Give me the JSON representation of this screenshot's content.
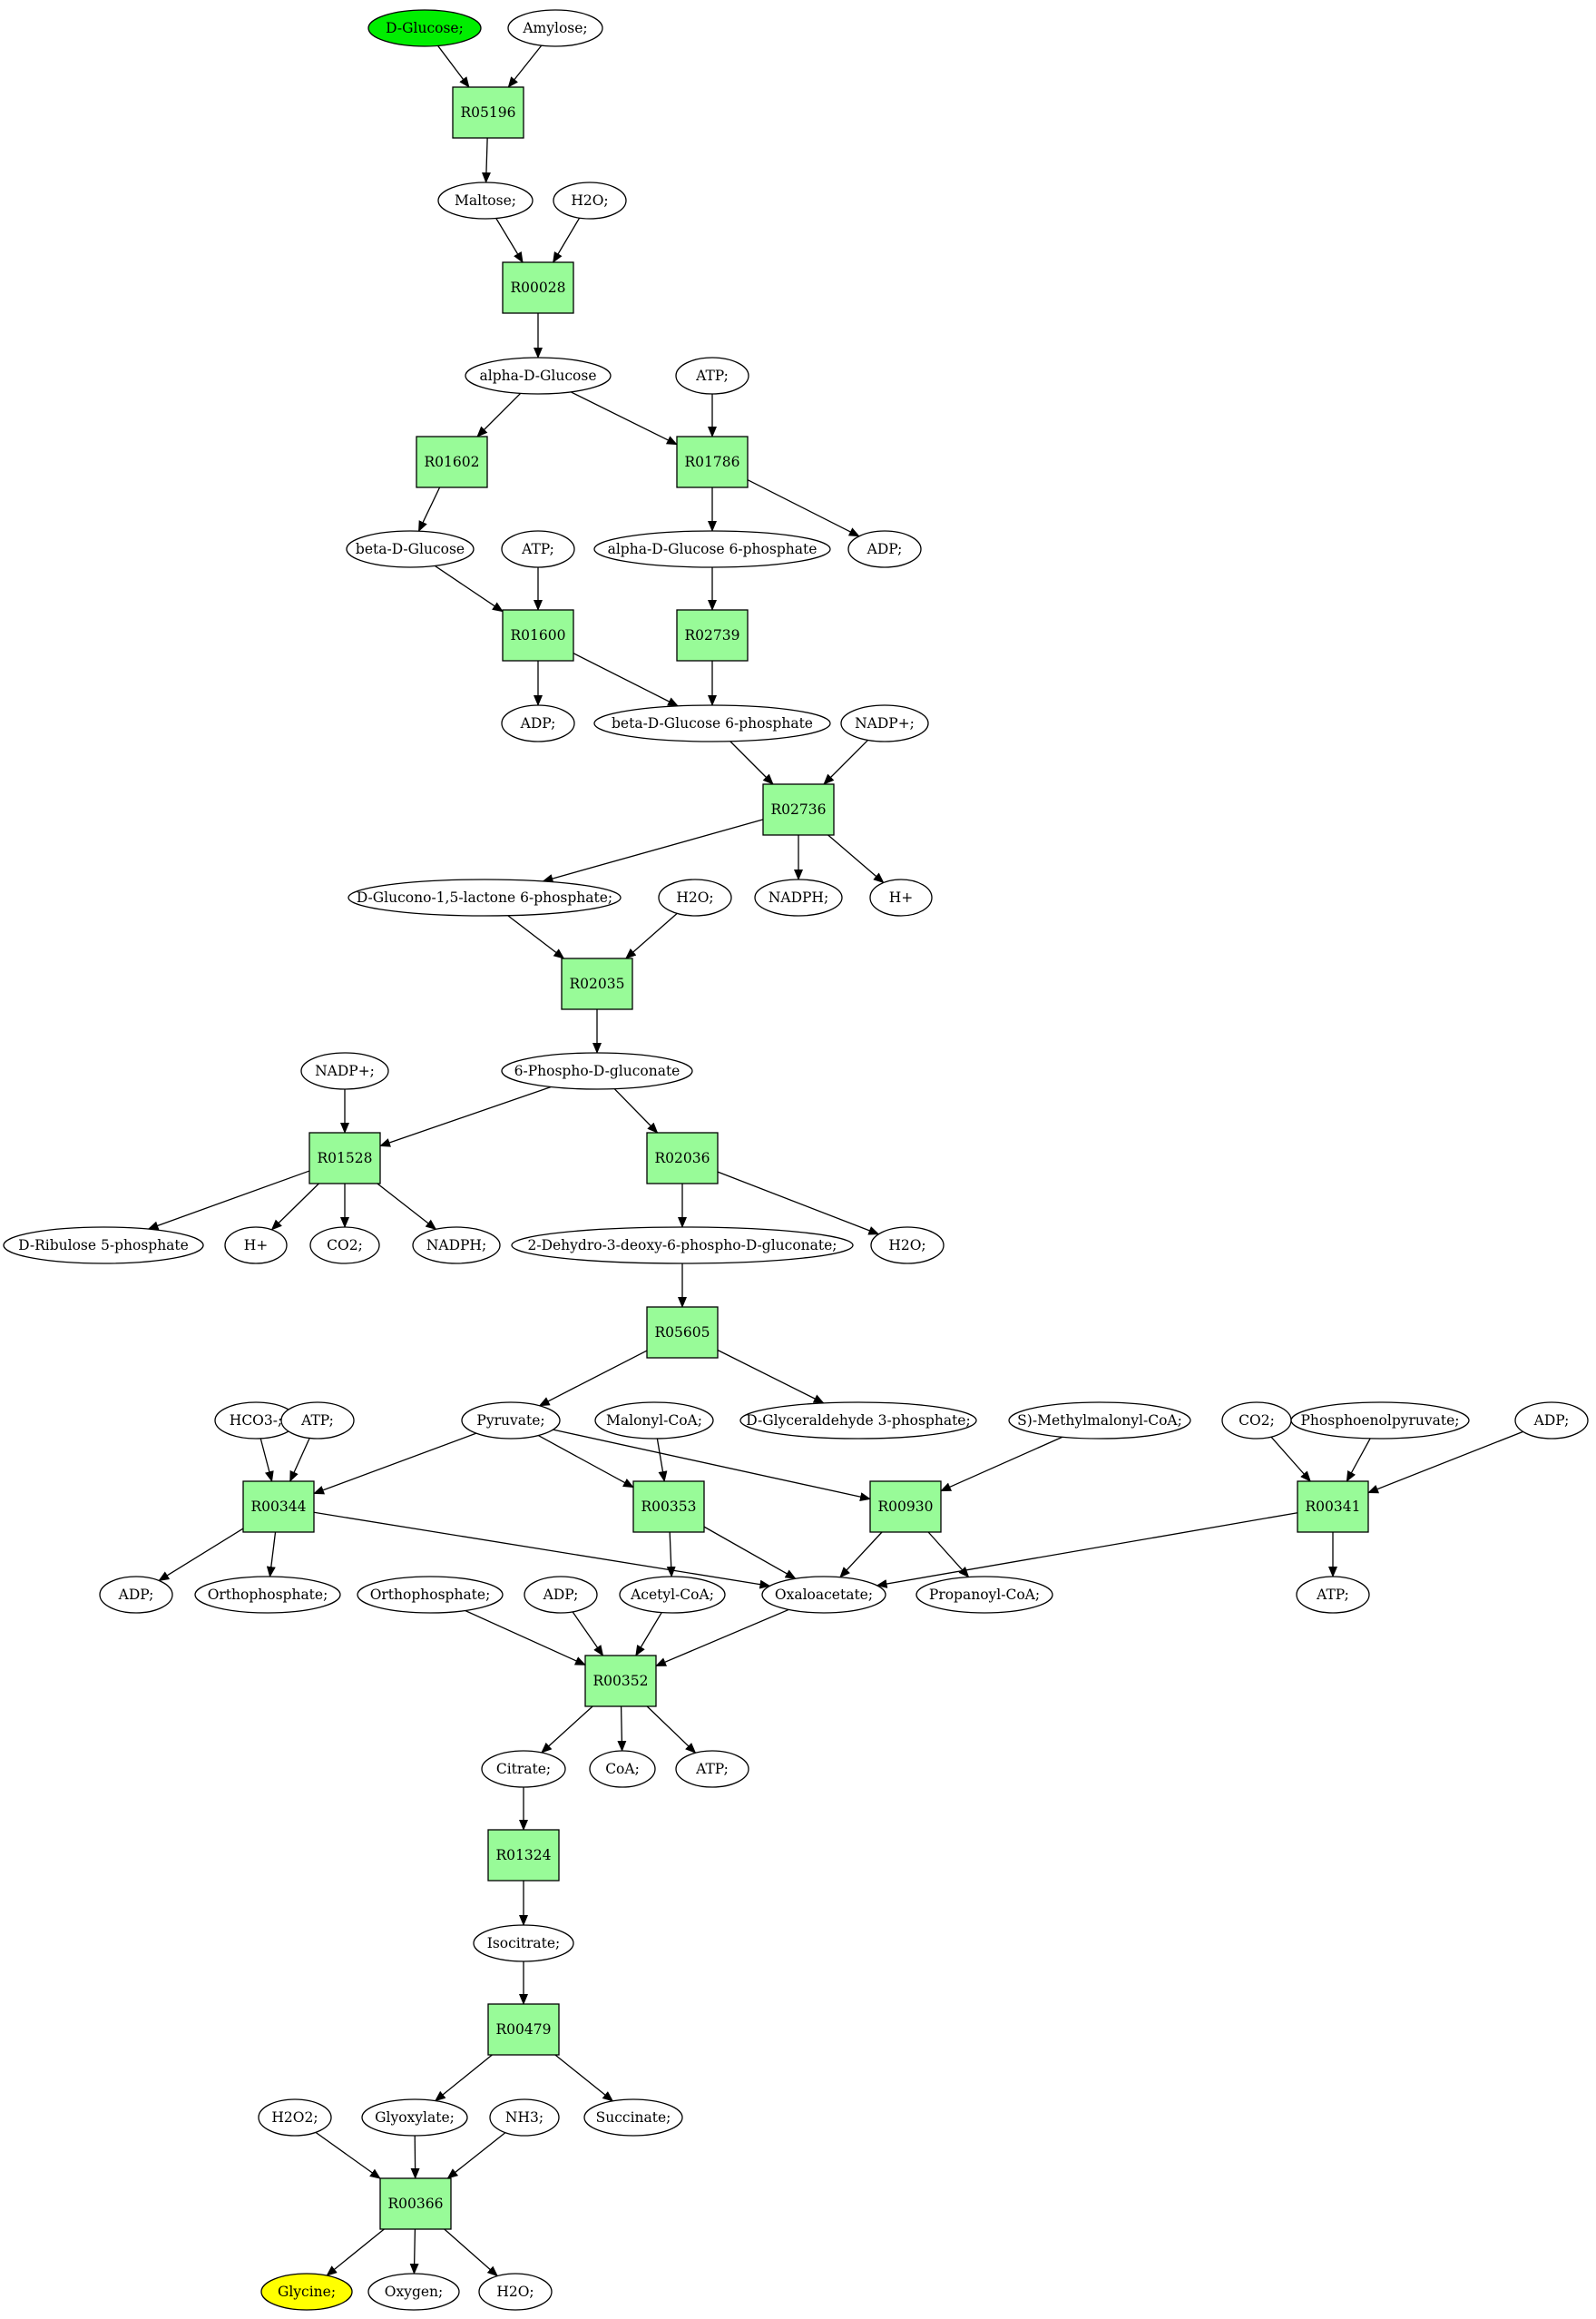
{
  "colors": {
    "reaction": "#98fb98",
    "source": "#00ee00",
    "target": "#ffff00",
    "compound": "#ffffff",
    "stroke": "#000000"
  },
  "nodes": {
    "dglucose": {
      "label": "D-Glucose;",
      "type": "compound",
      "role": "source"
    },
    "amylose": {
      "label": "Amylose;",
      "type": "compound"
    },
    "r05196": {
      "label": "R05196",
      "type": "reaction"
    },
    "maltose": {
      "label": "Maltose;",
      "type": "compound"
    },
    "h2o_1": {
      "label": "H2O;",
      "type": "compound"
    },
    "r00028": {
      "label": "R00028",
      "type": "reaction"
    },
    "alpha_dglucose": {
      "label": "alpha-D-Glucose",
      "type": "compound"
    },
    "atp_1": {
      "label": "ATP;",
      "type": "compound"
    },
    "r01602": {
      "label": "R01602",
      "type": "reaction"
    },
    "r01786": {
      "label": "R01786",
      "type": "reaction"
    },
    "beta_dglucose": {
      "label": "beta-D-Glucose",
      "type": "compound"
    },
    "atp_2": {
      "label": "ATP;",
      "type": "compound"
    },
    "alpha_g6p": {
      "label": "alpha-D-Glucose 6-phosphate",
      "type": "compound"
    },
    "adp_1": {
      "label": "ADP;",
      "type": "compound"
    },
    "r01600": {
      "label": "R01600",
      "type": "reaction"
    },
    "r02739": {
      "label": "R02739",
      "type": "reaction"
    },
    "adp_2": {
      "label": "ADP;",
      "type": "compound"
    },
    "beta_g6p": {
      "label": "beta-D-Glucose 6-phosphate",
      "type": "compound"
    },
    "nadp_1": {
      "label": "NADP+;",
      "type": "compound"
    },
    "r02736": {
      "label": "R02736",
      "type": "reaction"
    },
    "glucono": {
      "label": "D-Glucono-1,5-lactone 6-phosphate;",
      "type": "compound"
    },
    "h2o_2": {
      "label": "H2O;",
      "type": "compound"
    },
    "nadph_1": {
      "label": "NADPH;",
      "type": "compound"
    },
    "hplus_1": {
      "label": "H+",
      "type": "compound"
    },
    "r02035": {
      "label": "R02035",
      "type": "reaction"
    },
    "nadp_2": {
      "label": "NADP+;",
      "type": "compound"
    },
    "pgluconate": {
      "label": "6-Phospho-D-gluconate",
      "type": "compound"
    },
    "r01528": {
      "label": "R01528",
      "type": "reaction"
    },
    "r02036": {
      "label": "R02036",
      "type": "reaction"
    },
    "ribulose": {
      "label": "D-Ribulose 5-phosphate",
      "type": "compound"
    },
    "hplus_2": {
      "label": "H+",
      "type": "compound"
    },
    "co2_1": {
      "label": "CO2;",
      "type": "compound"
    },
    "nadph_2": {
      "label": "NADPH;",
      "type": "compound"
    },
    "dehydro": {
      "label": "2-Dehydro-3-deoxy-6-phospho-D-gluconate;",
      "type": "compound"
    },
    "h2o_3": {
      "label": "H2O;",
      "type": "compound"
    },
    "r05605": {
      "label": "R05605",
      "type": "reaction"
    },
    "hco3": {
      "label": "HCO3-;",
      "type": "compound"
    },
    "atp_3": {
      "label": "ATP;",
      "type": "compound"
    },
    "pyruvate": {
      "label": "Pyruvate;",
      "type": "compound"
    },
    "malonyl": {
      "label": "Malonyl-CoA;",
      "type": "compound"
    },
    "g3p": {
      "label": "D-Glyceraldehyde 3-phosphate;",
      "type": "compound"
    },
    "methylmalonyl": {
      "label": "S)-Methylmalonyl-CoA;",
      "type": "compound"
    },
    "co2_2": {
      "label": "CO2;",
      "type": "compound"
    },
    "pep": {
      "label": "Phosphoenolpyruvate;",
      "type": "compound"
    },
    "adp_3": {
      "label": "ADP;",
      "type": "compound"
    },
    "r00344": {
      "label": "R00344",
      "type": "reaction"
    },
    "r00353": {
      "label": "R00353",
      "type": "reaction"
    },
    "r00930": {
      "label": "R00930",
      "type": "reaction"
    },
    "r00341": {
      "label": "R00341",
      "type": "reaction"
    },
    "adp_4": {
      "label": "ADP;",
      "type": "compound"
    },
    "ortho_1": {
      "label": "Orthophosphate;",
      "type": "compound"
    },
    "ortho_2": {
      "label": "Orthophosphate;",
      "type": "compound"
    },
    "adp_5": {
      "label": "ADP;",
      "type": "compound"
    },
    "acetylcoa": {
      "label": "Acetyl-CoA;",
      "type": "compound"
    },
    "oxaloacetate": {
      "label": "Oxaloacetate;",
      "type": "compound"
    },
    "propanoyl": {
      "label": "Propanoyl-CoA;",
      "type": "compound"
    },
    "atp_4": {
      "label": "ATP;",
      "type": "compound"
    },
    "r00352": {
      "label": "R00352",
      "type": "reaction"
    },
    "citrate": {
      "label": "Citrate;",
      "type": "compound"
    },
    "coa": {
      "label": "CoA;",
      "type": "compound"
    },
    "atp_5": {
      "label": "ATP;",
      "type": "compound"
    },
    "r01324": {
      "label": "R01324",
      "type": "reaction"
    },
    "isocitrate": {
      "label": "Isocitrate;",
      "type": "compound"
    },
    "r00479": {
      "label": "R00479",
      "type": "reaction"
    },
    "h2o2": {
      "label": "H2O2;",
      "type": "compound"
    },
    "glyoxylate": {
      "label": "Glyoxylate;",
      "type": "compound"
    },
    "nh3": {
      "label": "NH3;",
      "type": "compound"
    },
    "succinate": {
      "label": "Succinate;",
      "type": "compound"
    },
    "r00366": {
      "label": "R00366",
      "type": "reaction"
    },
    "glycine": {
      "label": "Glycine;",
      "type": "compound",
      "role": "target"
    },
    "oxygen": {
      "label": "Oxygen;",
      "type": "compound"
    },
    "h2o_4": {
      "label": "H2O;",
      "type": "compound"
    }
  },
  "edges": [
    [
      "dglucose",
      "r05196"
    ],
    [
      "amylose",
      "r05196"
    ],
    [
      "r05196",
      "maltose"
    ],
    [
      "maltose",
      "r00028"
    ],
    [
      "h2o_1",
      "r00028"
    ],
    [
      "r00028",
      "alpha_dglucose"
    ],
    [
      "alpha_dglucose",
      "r01602"
    ],
    [
      "alpha_dglucose",
      "r01786"
    ],
    [
      "atp_1",
      "r01786"
    ],
    [
      "r01602",
      "beta_dglucose"
    ],
    [
      "r01786",
      "alpha_g6p"
    ],
    [
      "r01786",
      "adp_1"
    ],
    [
      "beta_dglucose",
      "r01600"
    ],
    [
      "atp_2",
      "r01600"
    ],
    [
      "alpha_g6p",
      "r02739"
    ],
    [
      "r01600",
      "adp_2"
    ],
    [
      "r01600",
      "beta_g6p"
    ],
    [
      "r02739",
      "beta_g6p"
    ],
    [
      "beta_g6p",
      "r02736"
    ],
    [
      "nadp_1",
      "r02736"
    ],
    [
      "r02736",
      "glucono"
    ],
    [
      "r02736",
      "nadph_1"
    ],
    [
      "r02736",
      "hplus_1"
    ],
    [
      "glucono",
      "r02035"
    ],
    [
      "h2o_2",
      "r02035"
    ],
    [
      "r02035",
      "pgluconate"
    ],
    [
      "nadp_2",
      "r01528"
    ],
    [
      "pgluconate",
      "r01528"
    ],
    [
      "pgluconate",
      "r02036"
    ],
    [
      "r01528",
      "ribulose"
    ],
    [
      "r01528",
      "hplus_2"
    ],
    [
      "r01528",
      "co2_1"
    ],
    [
      "r01528",
      "nadph_2"
    ],
    [
      "r02036",
      "dehydro"
    ],
    [
      "r02036",
      "h2o_3"
    ],
    [
      "dehydro",
      "r05605"
    ],
    [
      "r05605",
      "pyruvate"
    ],
    [
      "r05605",
      "g3p"
    ],
    [
      "hco3",
      "r00344"
    ],
    [
      "atp_3",
      "r00344"
    ],
    [
      "pyruvate",
      "r00344"
    ],
    [
      "pyruvate",
      "r00353"
    ],
    [
      "malonyl",
      "r00353"
    ],
    [
      "pyruvate",
      "r00930"
    ],
    [
      "methylmalonyl",
      "r00930"
    ],
    [
      "co2_2",
      "r00341"
    ],
    [
      "pep",
      "r00341"
    ],
    [
      "adp_3",
      "r00341"
    ],
    [
      "r00344",
      "adp_4"
    ],
    [
      "r00344",
      "ortho_1"
    ],
    [
      "r00344",
      "oxaloacetate"
    ],
    [
      "r00353",
      "acetylcoa"
    ],
    [
      "r00353",
      "oxaloacetate"
    ],
    [
      "r00930",
      "oxaloacetate"
    ],
    [
      "r00930",
      "propanoyl"
    ],
    [
      "r00341",
      "oxaloacetate"
    ],
    [
      "r00341",
      "atp_4"
    ],
    [
      "ortho_2",
      "r00352"
    ],
    [
      "adp_5",
      "r00352"
    ],
    [
      "acetylcoa",
      "r00352"
    ],
    [
      "oxaloacetate",
      "r00352"
    ],
    [
      "r00352",
      "citrate"
    ],
    [
      "r00352",
      "coa"
    ],
    [
      "r00352",
      "atp_5"
    ],
    [
      "citrate",
      "r01324"
    ],
    [
      "r01324",
      "isocitrate"
    ],
    [
      "isocitrate",
      "r00479"
    ],
    [
      "r00479",
      "glyoxylate"
    ],
    [
      "r00479",
      "succinate"
    ],
    [
      "h2o2",
      "r00366"
    ],
    [
      "glyoxylate",
      "r00366"
    ],
    [
      "nh3",
      "r00366"
    ],
    [
      "r00366",
      "glycine"
    ],
    [
      "r00366",
      "oxygen"
    ],
    [
      "r00366",
      "h2o_4"
    ]
  ]
}
